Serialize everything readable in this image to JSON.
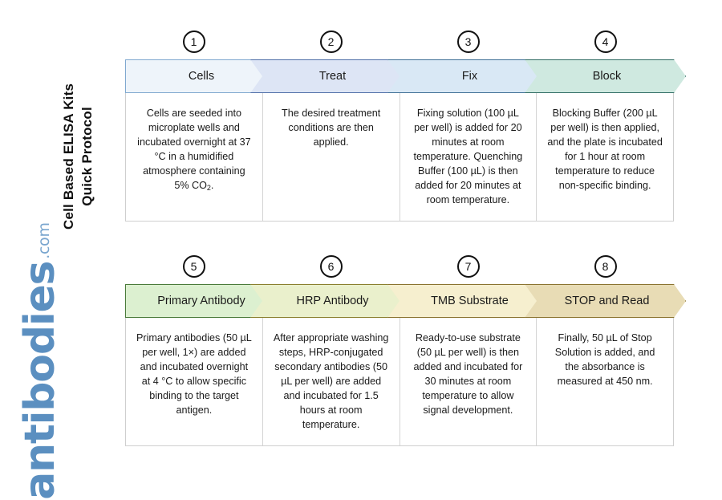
{
  "title": {
    "line1": "Cell Based ELISA Kits",
    "line2": "Quick Protocol"
  },
  "logo": {
    "name": "antibodies",
    "tld": ".com",
    "color": "#5b8fc0"
  },
  "rows": [
    {
      "steps": [
        {
          "number": "1",
          "label": "Cells",
          "fill": "#eef4fa",
          "stroke": "#7fa8cf",
          "body": "Cells are seeded into microplate wells and incubated overnight at 37 °C in a humidified atmosphere containing 5% CO",
          "body_sub": "2",
          "body_tail": "."
        },
        {
          "number": "2",
          "label": "Treat",
          "fill": "#dde5f5",
          "stroke": "#4f6fa8",
          "body": "The desired treatment conditions are then applied."
        },
        {
          "number": "3",
          "label": "Fix",
          "fill": "#d9e8f5",
          "stroke": "#3f6f96",
          "body": "Fixing solution (100 µL per well) is added for 20 minutes at room temperature. Quenching Buffer (100 µL) is then added for 20 minutes at room temperature."
        },
        {
          "number": "4",
          "label": "Block",
          "fill": "#cfe9e0",
          "stroke": "#2f6b63",
          "body": "Blocking Buffer (200 µL per well) is then applied, and the plate is incubated for 1 hour at room temperature to reduce non-specific binding."
        }
      ]
    },
    {
      "steps": [
        {
          "number": "5",
          "label": "Primary Antibody",
          "fill": "#dcf0d0",
          "stroke": "#4a7a3a",
          "body": "Primary antibodies (50 µL per well, 1×) are added and incubated overnight at 4 °C to allow specific binding to the target antigen."
        },
        {
          "number": "6",
          "label": "HRP Antibody",
          "fill": "#eaf0cc",
          "stroke": "#8a7f2e",
          "body": "After appropriate washing steps, HRP-conjugated secondary antibodies (50 µL per well) are added and incubated for 1.5 hours at room temperature."
        },
        {
          "number": "7",
          "label": "TMB Substrate",
          "fill": "#f6efcf",
          "stroke": "#8a7330",
          "body": "Ready-to-use substrate (50 µL per well) is then added and incubated for 30 minutes at room temperature to allow signal development."
        },
        {
          "number": "8",
          "label": "STOP and Read",
          "fill": "#e8dcb5",
          "stroke": "#8a7330",
          "body": "Finally, 50 µL of Stop Solution is added, and the absorbance is measured at 450 nm."
        }
      ]
    }
  ]
}
